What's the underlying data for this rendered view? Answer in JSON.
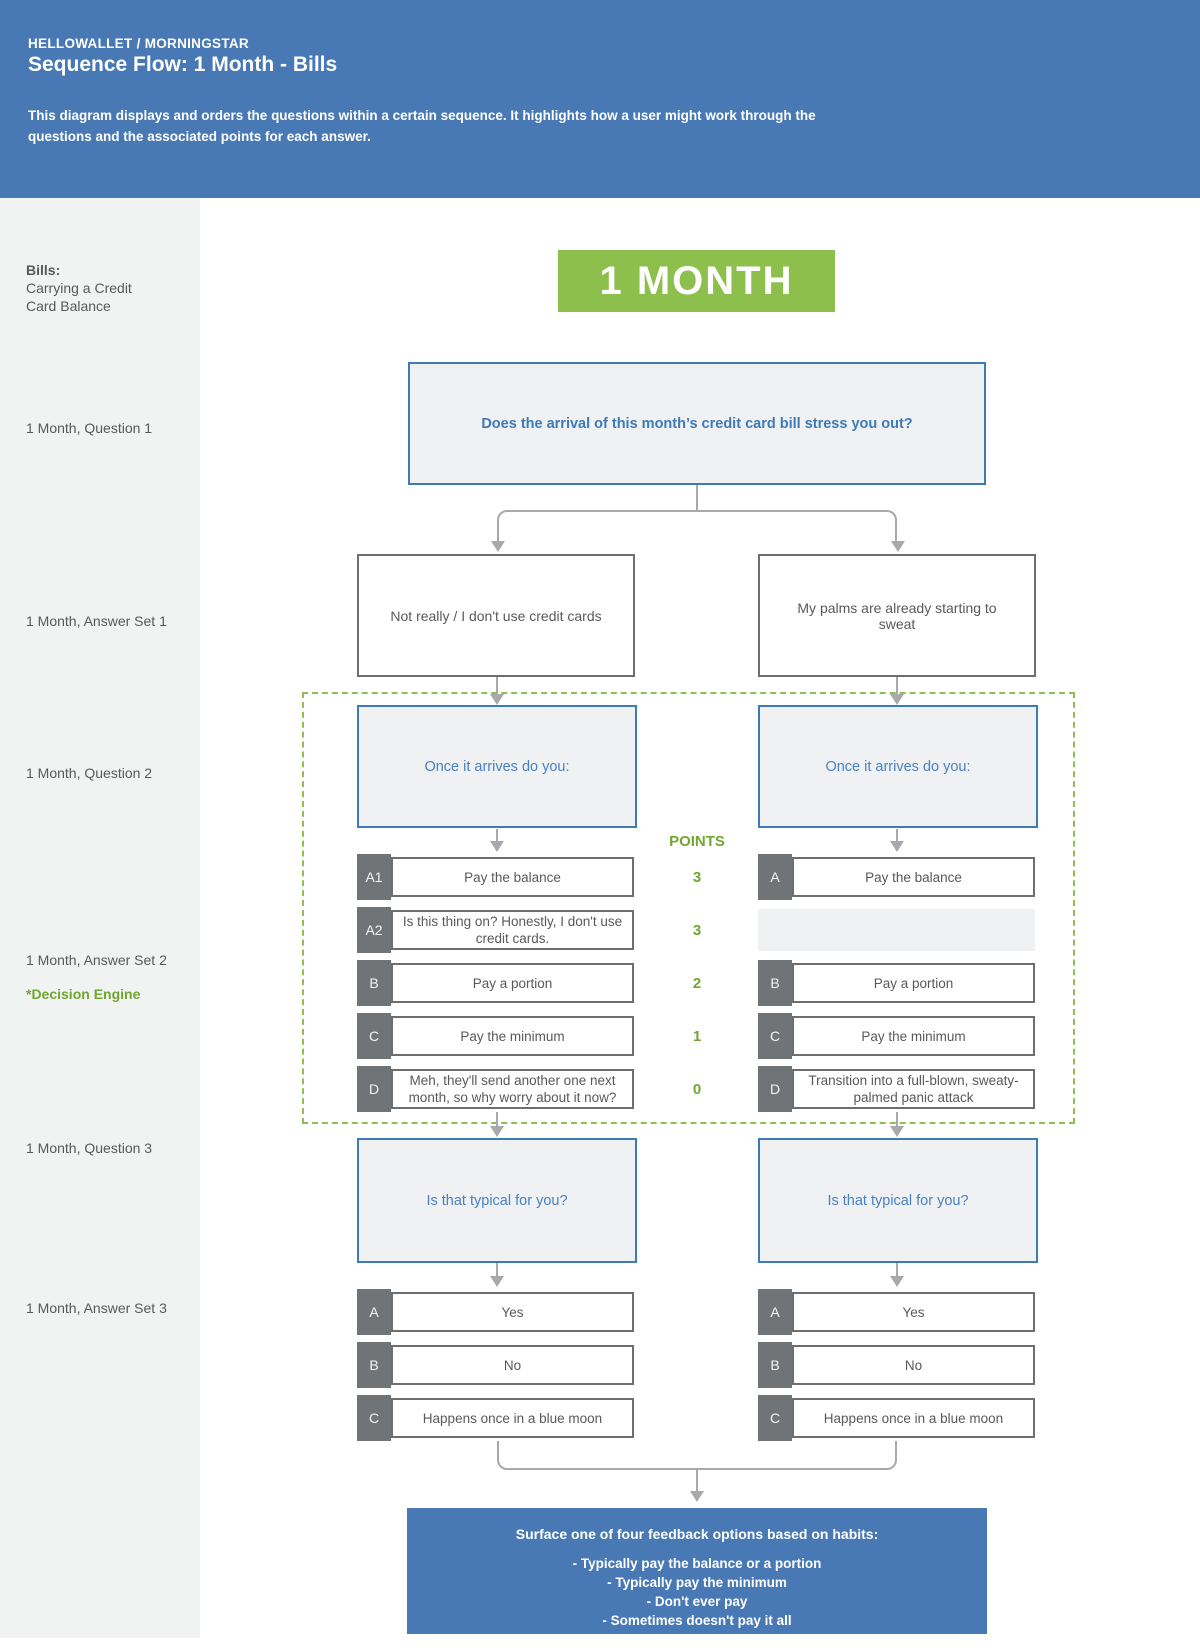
{
  "header": {
    "brand": "HELLOWALLET / MORNINGSTAR",
    "title": "Sequence Flow: 1 Month - Bills",
    "description": "This diagram displays and orders the questions within a certain sequence. It highlights how a user might work through the questions and the associated points for each answer."
  },
  "sidebar": {
    "section_title": "Bills:",
    "section_subtitle": "Carrying a Credit Card Balance",
    "labels": {
      "question1": "1 Month, Question 1",
      "answer_set1": "1 Month, Answer Set 1",
      "question2": "1 Month, Question 2",
      "answer_set2": "1 Month, Answer Set 2",
      "decision_engine": "*Decision Engine",
      "question3": "1 Month, Question 3",
      "answer_set3": "1 Month, Answer Set 3"
    }
  },
  "flow": {
    "banner": "1 MONTH",
    "question1": "Does the arrival of this month’s credit card bill stress you out?",
    "answer_set1": {
      "left": "Not really / I don't use credit cards",
      "right": "My palms are already starting to sweat"
    },
    "question2": {
      "left": "Once it arrives do you:",
      "right": "Once it arrives do you:"
    },
    "points_header": "POINTS",
    "points": [
      "3",
      "3",
      "2",
      "1",
      "0"
    ],
    "answer_set2": {
      "left": [
        {
          "tag": "A1",
          "text": "Pay the balance"
        },
        {
          "tag": "A2",
          "text": "Is this thing on? Honestly, I don't use credit cards."
        },
        {
          "tag": "B",
          "text": "Pay a portion"
        },
        {
          "tag": "C",
          "text": "Pay the minimum"
        },
        {
          "tag": "D",
          "text": "Meh, they'll send another one next month, so why worry about it now?"
        }
      ],
      "right": [
        {
          "tag": "A",
          "text": "Pay the balance"
        },
        {
          "tag": "B",
          "text": "Pay a portion"
        },
        {
          "tag": "C",
          "text": "Pay the minimum"
        },
        {
          "tag": "D",
          "text": "Transition into a full-blown, sweaty-palmed panic attack"
        }
      ]
    },
    "question3": {
      "left": "Is that typical for you?",
      "right": "Is that typical for you?"
    },
    "answer_set3": {
      "left": [
        {
          "tag": "A",
          "text": "Yes"
        },
        {
          "tag": "B",
          "text": "No"
        },
        {
          "tag": "C",
          "text": "Happens once in a blue moon"
        }
      ],
      "right": [
        {
          "tag": "A",
          "text": "Yes"
        },
        {
          "tag": "B",
          "text": "No"
        },
        {
          "tag": "C",
          "text": "Happens once in a blue moon"
        }
      ]
    },
    "feedback": {
      "title": "Surface one of four feedback options based on habits:",
      "options": [
        "- Typically pay the balance or a portion",
        "- Typically pay the minimum",
        "- Don't ever pay",
        "- Sometimes doesn't pay it all"
      ]
    }
  },
  "colors": {
    "header_blue": "#4879B4",
    "banner_green": "#8CBF4B",
    "points_green": "#71A62F",
    "dashed_green": "#8DC051",
    "question_blue": "#3E79B8",
    "box_border_gray": "#6D6E70",
    "text_gray": "#58595B",
    "sidebar_gray": "#F1F2F2",
    "connector_gray": "#A7A9AC"
  }
}
